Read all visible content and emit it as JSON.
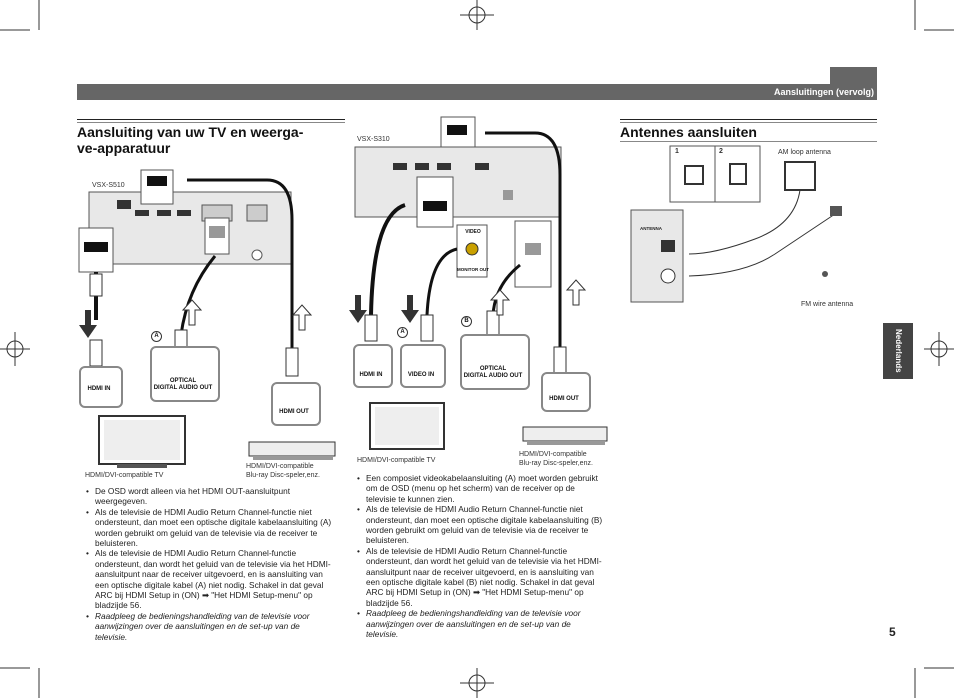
{
  "header": {
    "section": "Aansluitingen (vervolg)"
  },
  "side_tab": "Nederlands",
  "page_number": "5",
  "left": {
    "title_line1": "Aansluiting van uw TV en weerga-",
    "title_line2": "ve-apparatuur",
    "model": "VSX-S510",
    "tv_caption": "HDMI/DVI-compatible TV",
    "player_caption_1": "HDMI/DVI-compatible",
    "player_caption_2": "Blu-ray Disc-speler,enz.",
    "hdmi_in": "HDMI IN",
    "optical_1": "OPTICAL",
    "optical_2": "DIGITAL AUDIO OUT",
    "hdmi_out": "HDMI OUT",
    "marker_a": "A",
    "bullets": [
      "De OSD wordt alleen via het HDMI OUT-aansluitpunt weergegeven.",
      "Als de televisie de HDMI Audio Return Channel-functie niet ondersteunt, dan moet een optische digitale kabelaansluiting (A) worden gebruikt om geluid van de televisie via de receiver te beluisteren.",
      "Als de televisie de HDMI Audio Return Channel-functie ondersteunt, dan wordt het geluid van de televisie via het HDMI-aansluitpunt naar de receiver uitgevoerd, en is aansluiting van een optische digitale kabel (A) niet nodig. Schakel in dat geval ARC bij HDMI Setup in (ON) ➡ \"Het HDMI Setup-menu\" op bladzijde 56.",
      "Raadpleeg de bedieningshandleiding van de televisie voor aanwijzingen over de aansluitingen en de set-up van de televisie."
    ]
  },
  "middle": {
    "model": "VSX-S310",
    "tv_caption": "HDMI/DVI-compatible TV",
    "player_caption_1": "HDMI/DVI-compatible",
    "player_caption_2": "Blu-ray Disc-speler,enz.",
    "hdmi_in": "HDMI IN",
    "video_in": "VIDEO IN",
    "optical_1": "OPTICAL",
    "optical_2": "DIGITAL AUDIO OUT",
    "hdmi_out": "HDMI OUT",
    "video_label": "VIDEO",
    "monitor_out": "MONITOR OUT",
    "marker_a": "A",
    "marker_b": "B",
    "bullets": [
      "Een composiet videokabelaansluiting (A) moet worden gebruikt om de OSD (menu op het scherm) van de receiver op de televisie te kunnen zien.",
      "Als de televisie de HDMI Audio Return Channel-functie niet ondersteunt, dan moet een optische digitale kabelaansluiting (B) worden gebruikt om geluid van de televisie via de receiver te beluisteren.",
      "Als de televisie de HDMI Audio Return Channel-functie ondersteunt, dan wordt het geluid van de televisie via het HDMI-aansluitpunt naar de receiver uitgevoerd, en is aansluiting van een optische digitale kabel (B) niet nodig. Schakel in dat geval ARC bij HDMI Setup in (ON) ➡ \"Het HDMI Setup-menu\" op bladzijde 56.",
      "Raadpleeg de bedieningshandleiding van de televisie voor aanwijzingen over de aansluitingen en de set-up van de televisie."
    ]
  },
  "right": {
    "title": "Antennes aansluiten",
    "step1": "1",
    "step2": "2",
    "am_caption": "AM loop antenna",
    "fm_caption": "FM wire antenna",
    "antenna_label": "ANTENNA"
  }
}
